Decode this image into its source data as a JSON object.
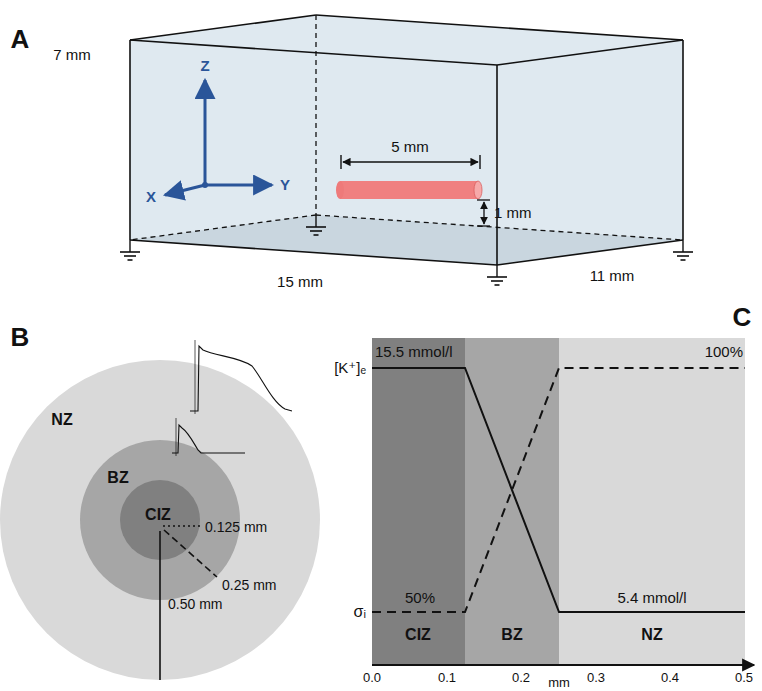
{
  "diagram": {
    "nodes": [
      {
        "text": [
          "NZ"
        ]
      },
      {
        "text": [
          "BZ"
        ],
        "in": 0
      },
      {
        "text": [
          "CIZ"
        ],
        "in": 1
      },
      {
        "text": [
          "CIZ"
        ]
      },
      {
        "text": [
          "BZ"
        ]
      },
      {
        "text": [
          "NZ"
        ]
      }
    ],
    "labels": [
      "A",
      "7 mm",
      "Z",
      "X",
      "Y",
      "5 mm",
      "1 mm",
      "15 mm",
      "11 mm",
      "B",
      "0.125 mm",
      "0.25 mm",
      "0.50 mm",
      "C",
      "15.5 mmol/l",
      "100%",
      "[K⁺]ₑ",
      "σᵢ",
      "50%",
      "5.4 mmol/l",
      "0.0",
      "0.1",
      "0.2",
      "0.3",
      "0.4",
      "0.5",
      "mm"
    ]
  }
}
